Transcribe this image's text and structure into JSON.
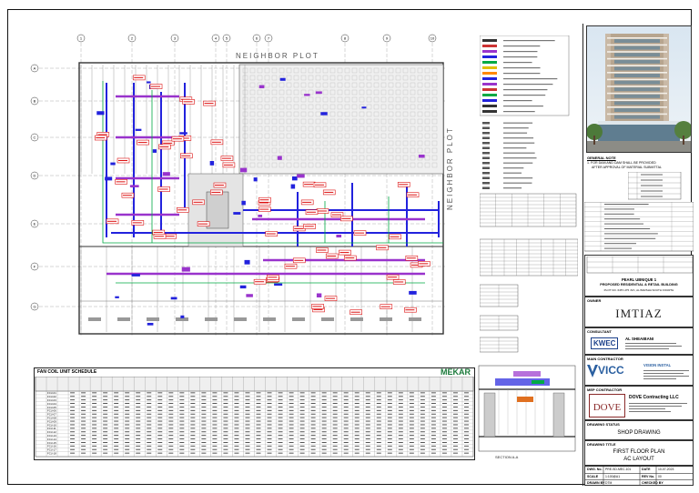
{
  "plan": {
    "neighbor_top": "NEIGHBOR PLOT",
    "neighbor_right": "NEIGHBOR PLOT",
    "grid_cols": [
      "1",
      "2",
      "3",
      "4",
      "5",
      "6",
      "7",
      "8",
      "9",
      "10"
    ],
    "grid_rows": [
      "A",
      "B",
      "C",
      "D",
      "E",
      "F",
      "G"
    ]
  },
  "notes": {
    "heading": "GENERAL NOTE",
    "line1": "1. FOR DAM AND DAM SHALL BE PROVIDED",
    "line2": "AFTER APPROVAL OF MATERIAL SUBMITTAL"
  },
  "schedule": {
    "title": "FAN COIL UNIT SCHEDULE",
    "brand": "MEKAR",
    "rows": [
      "FCU-01",
      "FCU-02",
      "FCU-03",
      "FCU-04",
      "FCU-05",
      "FCU-06",
      "FCU-07",
      "FCU-08",
      "FCU-09",
      "FCU-10",
      "FCU-11",
      "FCU-12",
      "FCU-13",
      "FCU-14",
      "FCU-15",
      "FCU-16",
      "FCU-17",
      "FCU-18"
    ]
  },
  "section": {
    "label": "SECTION A-A"
  },
  "title_block": {
    "project_heading": "PEARL UBNIQUE 1",
    "project_line": "PROPOSED RESIDENTIAL & RETAIL BUILDING",
    "project_sub": "PLOT NO. 6457-475 JVC, AL BARSHA SOUTH FOURTH",
    "owner_heading": "OWNER",
    "owner": "IMTIAZ",
    "consultant_heading": "CONSULTANT",
    "consultant": "KWEC",
    "consultant_name": "AL SHEAIBANI",
    "contractor_heading": "MAIN CONTRACTOR",
    "contractor_logo": "VICC",
    "contractor_name": "VISION INSTAL",
    "mep_heading": "MEP CONTRACTOR",
    "mep_logo": "DOVE",
    "mep_name": "DOVE Contracting LLC",
    "stage_heading": "DRAWING STATUS",
    "stage": "SHOP DRAWING",
    "title_heading": "DRAWING TITLE",
    "title_line1": "FIRST FLOOR PLAN",
    "title_line2": "AC LAYOUT",
    "dwg_no_label": "DWG. No.",
    "dwg_no": "PRE-SD-MEC-101",
    "date_label": "DATE",
    "date": "10-07-2023",
    "scale_label": "SCALE",
    "scale": "1:100@A1",
    "rev_label": "REV No.",
    "rev": "00",
    "drawn_label": "DRAWN BY",
    "drawn": "DTM",
    "checked_label": "CHECKED BY",
    "checked": ""
  },
  "colors": {
    "duct_supply": "#2222dd",
    "duct_return": "#9933cc",
    "pipe": "#00aa44",
    "tag": "#dd1111",
    "wall": "#333333"
  }
}
